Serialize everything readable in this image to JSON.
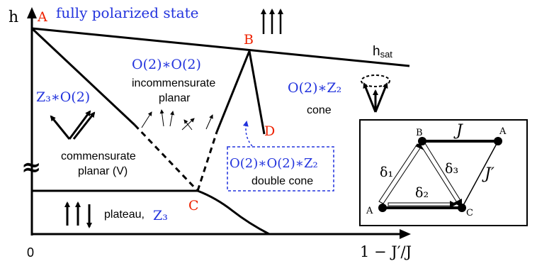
{
  "axes": {
    "y_label": "h",
    "x_label": "1 − J′/J",
    "origin_label": "0",
    "break_mark": "≈"
  },
  "points": {
    "A": "A",
    "B": "B",
    "C": "C",
    "D": "D"
  },
  "saturation_label": "hsat",
  "phases": {
    "fully_polarized": "fully polarized state",
    "z3_o2": "Z₃∗O(2)",
    "o2_o2": "O(2)∗O(2)",
    "incommensurate_planar": [
      "incommensurate",
      "planar"
    ],
    "o2_z2": "O(2)∗Z₂",
    "cone": "cone",
    "commensurate_planar": [
      "commensurate",
      "planar (V)"
    ],
    "double_cone_symmetry": "O(2)∗O(2)∗Z₂",
    "double_cone": "double cone",
    "plateau": "plateau,",
    "plateau_symmetry": "Z₃"
  },
  "inset": {
    "labels": {
      "J": "J",
      "Jprime": "J′",
      "delta1": "δ₁",
      "delta2": "δ₂",
      "delta3": "δ₃",
      "A_left": "A",
      "B": "B",
      "A_right": "A",
      "C": "C"
    }
  },
  "colors": {
    "blue_text": "#2233dd",
    "red_label": "#ee2200",
    "line": "#000000"
  }
}
